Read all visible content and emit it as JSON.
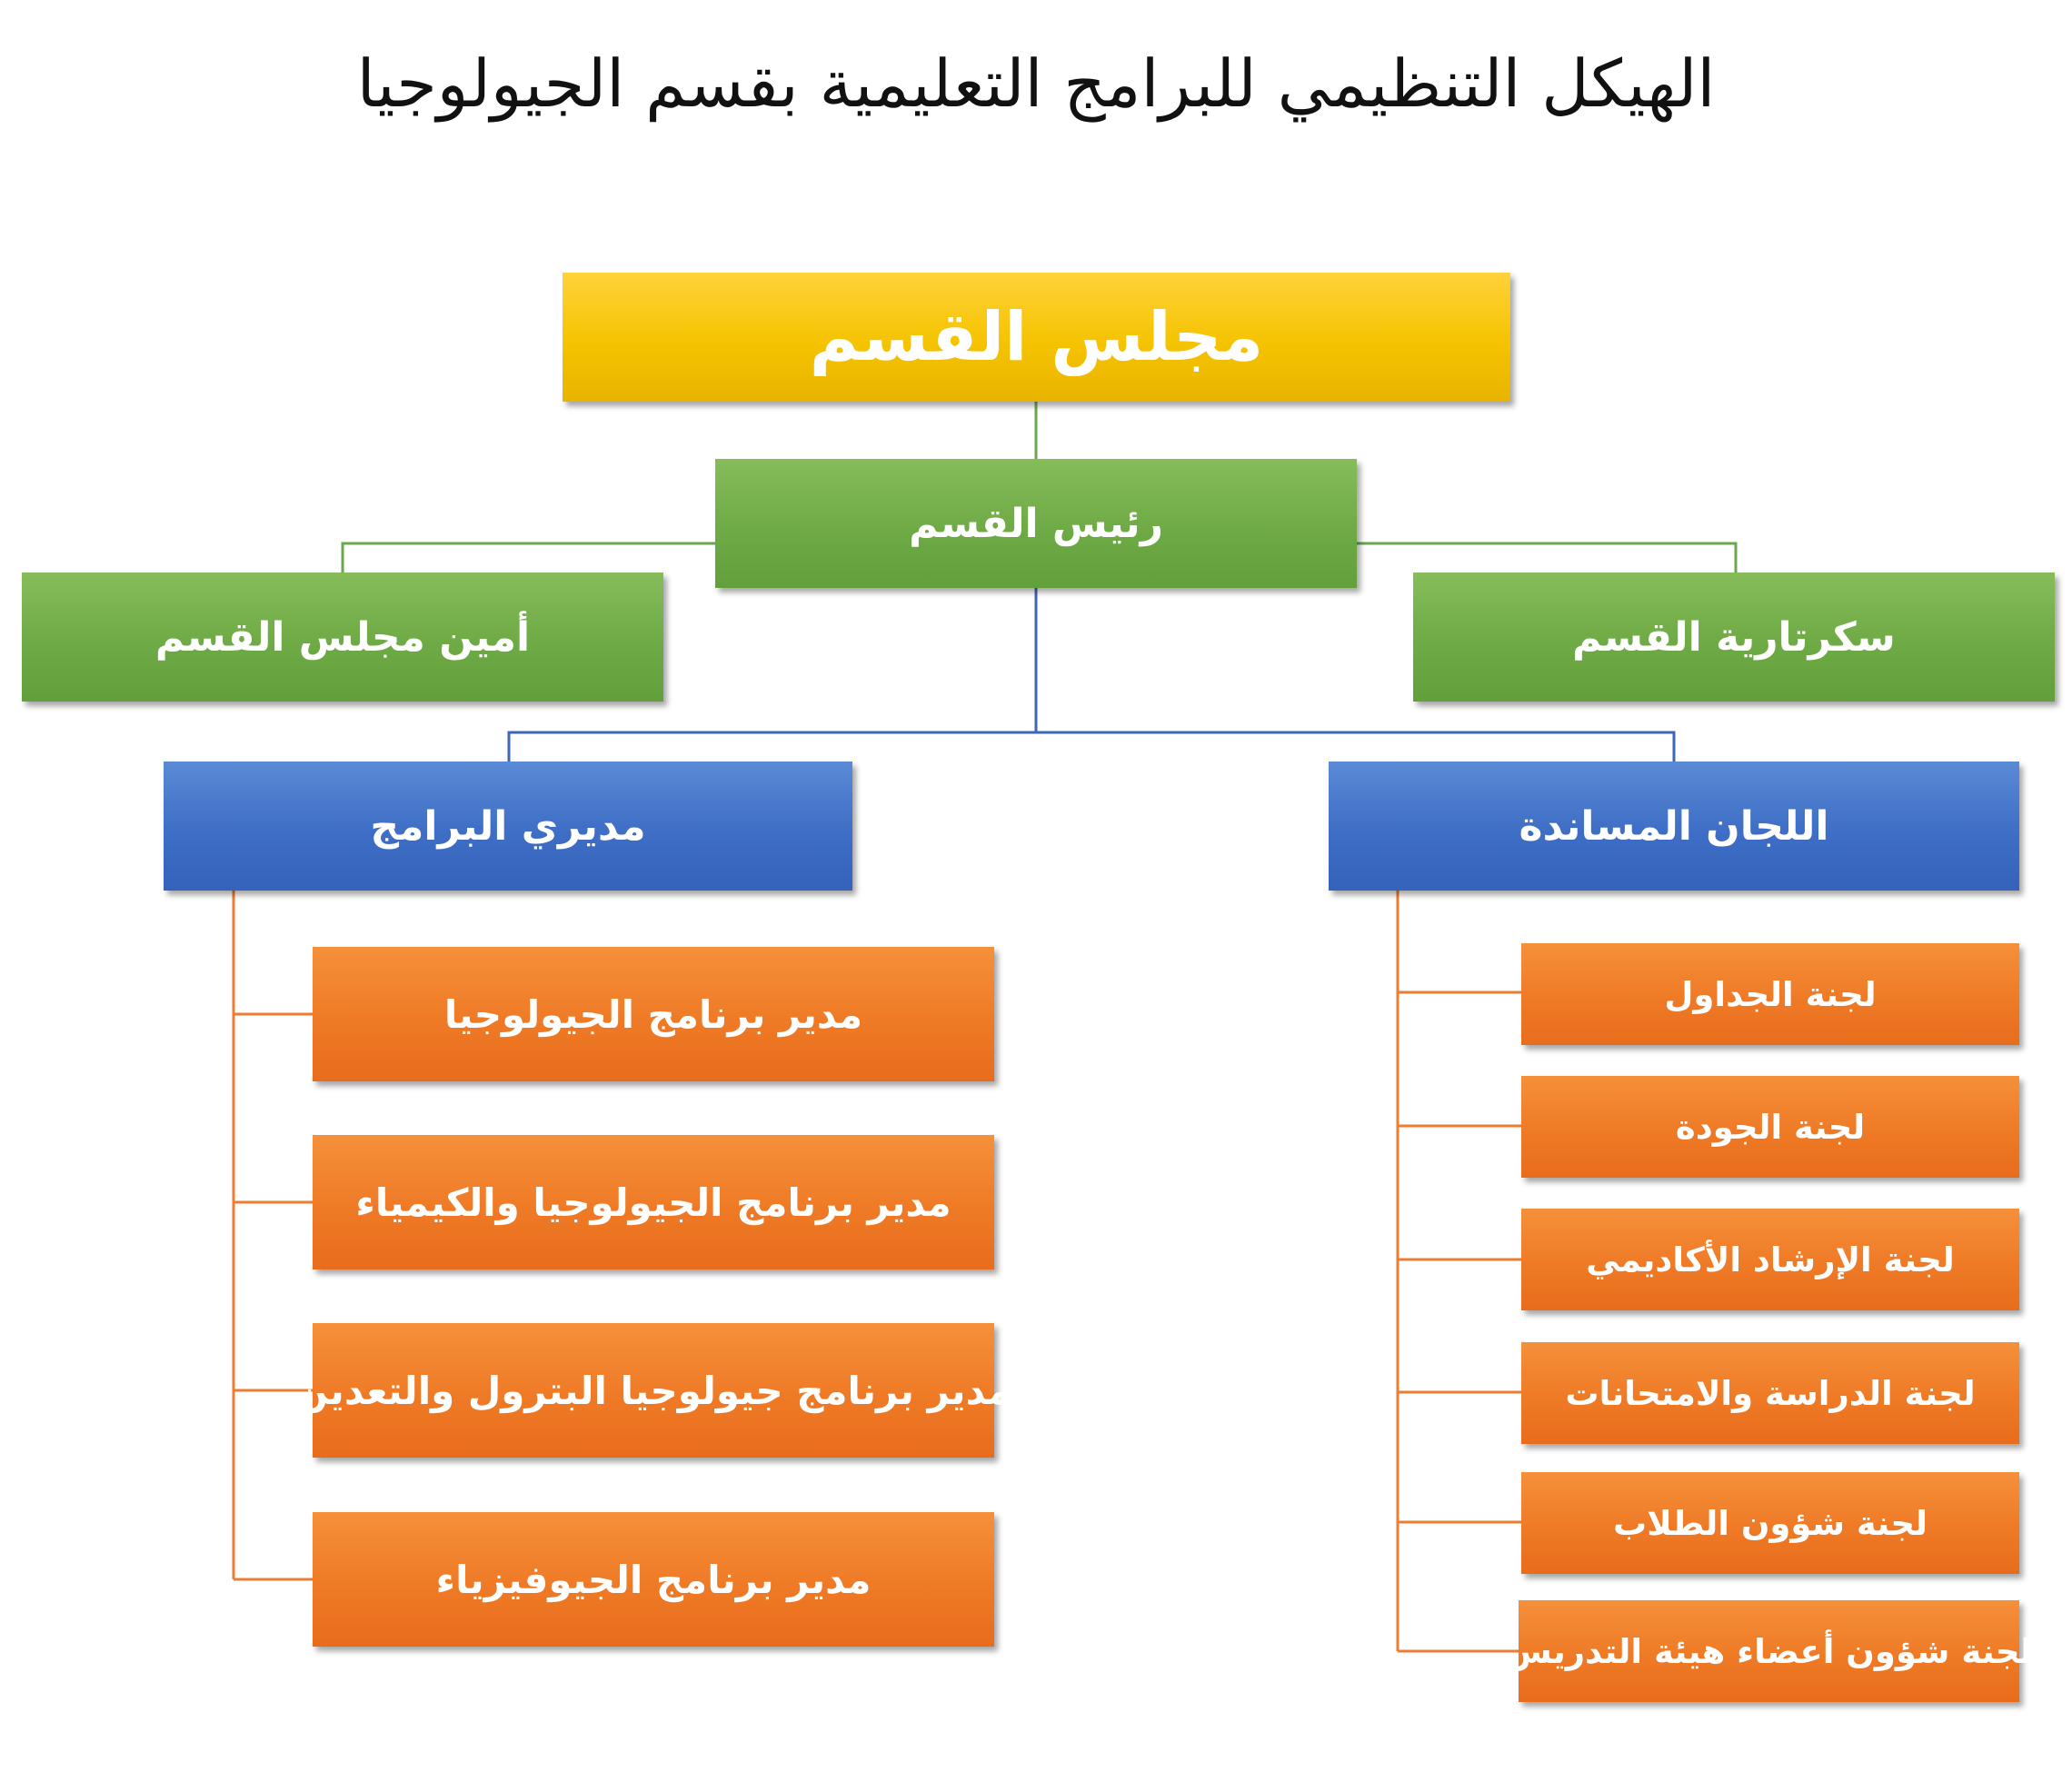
{
  "title": "الهيكل التنظيمي للبرامج التعليمية بقسم الجيولوجيا",
  "colors": {
    "green_line": "#6aa84f",
    "blue_line": "#3d66b8",
    "orange_line": "#ed7d31"
  },
  "council": {
    "label": "مجلس القسم"
  },
  "head": {
    "label": "رئيس القسم"
  },
  "secretary_of_council": {
    "label": "أمين مجلس القسم"
  },
  "secretariat": {
    "label": "سكرتارية القسم"
  },
  "program_managers": {
    "label": "مديري البرامج",
    "items": [
      {
        "label": "مدير برنامج الجيولوجيا"
      },
      {
        "label": "مدير برنامج الجيولوجيا والكيمياء"
      },
      {
        "label": "مدير برنامج جيولوجيا البترول والتعدين"
      },
      {
        "label": "مدير برنامج الجيوفيزياء"
      }
    ]
  },
  "committees": {
    "label": "اللجان المساندة",
    "items": [
      {
        "label": "لجنة الجداول"
      },
      {
        "label": "لجنة الجودة"
      },
      {
        "label": "لجنة الإرشاد الأكاديمي"
      },
      {
        "label": "لجنة الدراسة والامتحانات"
      },
      {
        "label": "لجنة شؤون الطلاب"
      },
      {
        "label": "لجنة شؤون أعضاء هيئة التدريس"
      }
    ]
  }
}
